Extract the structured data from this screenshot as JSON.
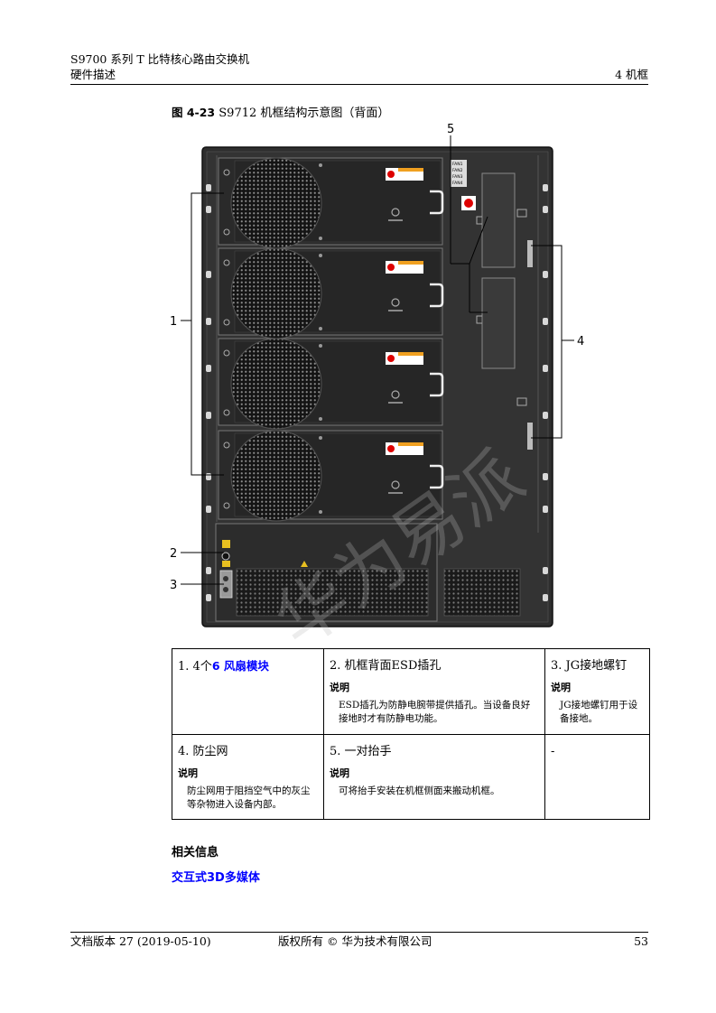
{
  "header": {
    "product": "S9700 系列 T 比特核心路由交换机",
    "section": "硬件描述",
    "chapter": "4 机框"
  },
  "figure": {
    "number": "图 4-23",
    "title": "S9712 机框结构示意图（背面）",
    "callouts": [
      "1",
      "2",
      "3",
      "4",
      "5"
    ],
    "fan_labels": [
      "FAN1",
      "FAN2",
      "FAN3",
      "FAN4"
    ],
    "watermark": "华为易派"
  },
  "legend": {
    "items": [
      {
        "num": "1.",
        "prefix": "4个",
        "link": "6 风扇模块",
        "title": "",
        "note_head": "",
        "note": ""
      },
      {
        "num": "2.",
        "prefix": "",
        "link": "",
        "title": "机框背面ESD插孔",
        "note_head": "说明",
        "note": "ESD插孔为防静电腕带提供插孔。当设备良好接地时才有防静电功能。"
      },
      {
        "num": "3.",
        "prefix": "",
        "link": "",
        "title": "JG接地螺钉",
        "note_head": "说明",
        "note": "JG接地螺钉用于设备接地。"
      },
      {
        "num": "4.",
        "prefix": "",
        "link": "",
        "title": "防尘网",
        "note_head": "说明",
        "note": "防尘网用于阻挡空气中的灰尘等杂物进入设备内部。"
      },
      {
        "num": "5.",
        "prefix": "",
        "link": "",
        "title": "一对抬手",
        "note_head": "说明",
        "note": "可将抬手安装在机框侧面来搬动机框。"
      },
      {
        "num": "-",
        "prefix": "",
        "link": "",
        "title": "",
        "note_head": "",
        "note": ""
      }
    ]
  },
  "related": {
    "heading": "相关信息",
    "link": "交互式3D多媒体"
  },
  "footer": {
    "version": "文档版本 27 (2019-05-10)",
    "copyright": "版权所有 © 华为技术有限公司",
    "page": "53"
  }
}
